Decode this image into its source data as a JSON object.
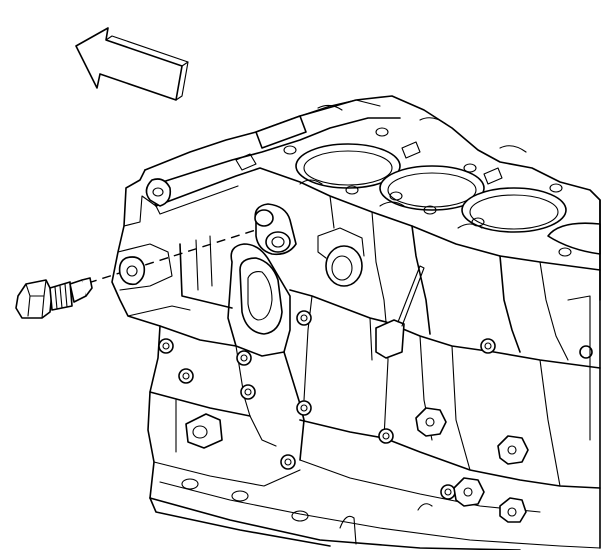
{
  "diagram": {
    "kind": "line-art-illustration",
    "colors": {
      "line": "#000000",
      "background": "#ffffff"
    },
    "parts": [
      {
        "id": "direction-arrow",
        "icon": "outline-arrow-up-left"
      },
      {
        "id": "sensor",
        "icon": "threaded-sensor"
      },
      {
        "id": "install-guide",
        "icon": "dashed-line"
      },
      {
        "id": "engine-block",
        "icon": "engine-block-line-art"
      }
    ]
  }
}
